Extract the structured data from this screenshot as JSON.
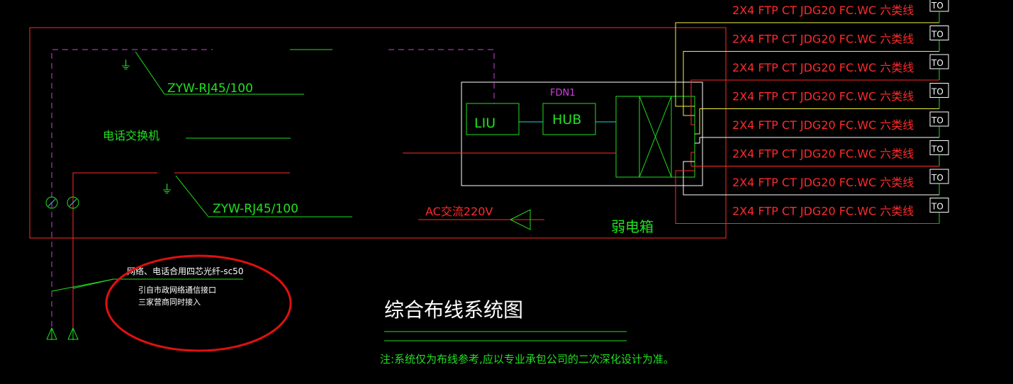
{
  "labels": {
    "fdn": "FDN1",
    "liu": "LIU",
    "hub": "HUB",
    "zyw_top": "ZYW-RJ45/100",
    "zyw_bottom": "ZYW-RJ45/100",
    "phone_switch": "电话交换机",
    "ac_power": "AC交流220V",
    "weak_box": "弱电箱",
    "cable_note": "网络、电话合用四芯光纤-sc50",
    "inlet_line1": "引自市政网络通信接口",
    "inlet_line2": "三家营商同时接入",
    "title": "综合布线系统图",
    "note": "注:系统仅为布线参考,应以专业承包公司的二次深化设计为准。"
  },
  "outlets": [
    {
      "cable": "2X4 FTP CT JDG20 FC.WC 六类线",
      "tag": "TO"
    },
    {
      "cable": "2X4 FTP CT JDG20 FC.WC 六类线",
      "tag": "TO"
    },
    {
      "cable": "2X4 FTP CT JDG20 FC.WC 六类线",
      "tag": "TO"
    },
    {
      "cable": "2X4 FTP CT JDG20 FC.WC 六类线",
      "tag": "TO"
    },
    {
      "cable": "2X4 FTP CT JDG20 FC.WC 六类线",
      "tag": "TO"
    },
    {
      "cable": "2X4 FTP CT JDG20 FC.WC 六类线",
      "tag": "TO"
    },
    {
      "cable": "2X4 FTP CT JDG20 FC.WC 六类线",
      "tag": "TO"
    },
    {
      "cable": "2X4 FTP CT JDG20 FC.WC 六类线",
      "tag": "TO"
    }
  ],
  "colors": {
    "background": "#000000",
    "red": "#ff2a2a",
    "green": "#20e020",
    "white": "#ffffff",
    "magenta": "#d040e0",
    "cyan": "#20d0e0",
    "yellow": "#f0f040",
    "annotation_red": "#e01010"
  }
}
